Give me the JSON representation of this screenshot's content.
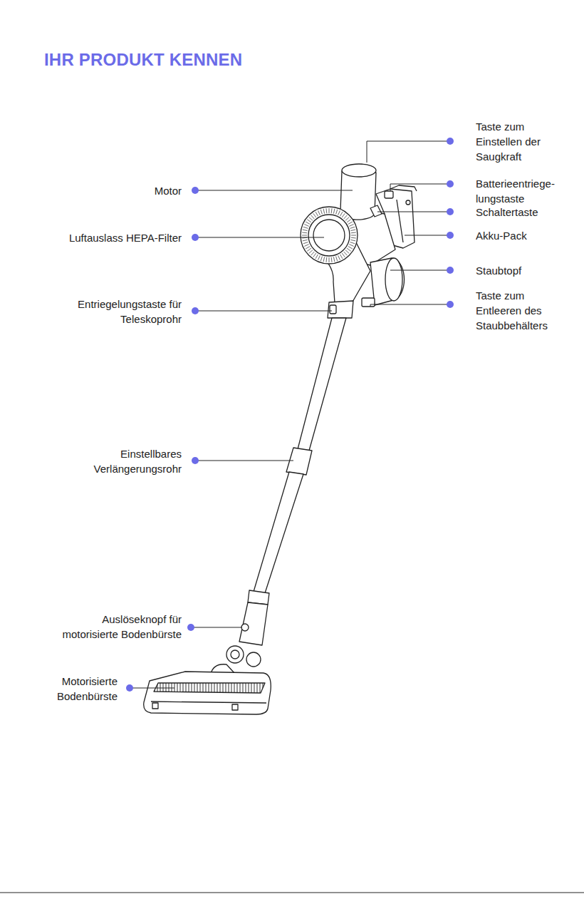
{
  "diagram": {
    "title": "IHR PRODUKT KENNEN",
    "labels": [
      "Taste zum Einstellen der Saugkraft",
      "Batterieentriege- lungstaste",
      "Motor",
      "Schaltertaste",
      "Luftauslass HEPA-Filter",
      "Akku-Pack",
      "Staubtopf",
      "Taste zum Entleeren des Staubbehälters",
      "Entriegelungstaste für Teleskoprohr",
      "Einstellbares Verlängerungsrohr",
      "Auslöseknopf für motorisierte Bodenbürste",
      "Motorisierte Bodenbürste"
    ]
  }
}
